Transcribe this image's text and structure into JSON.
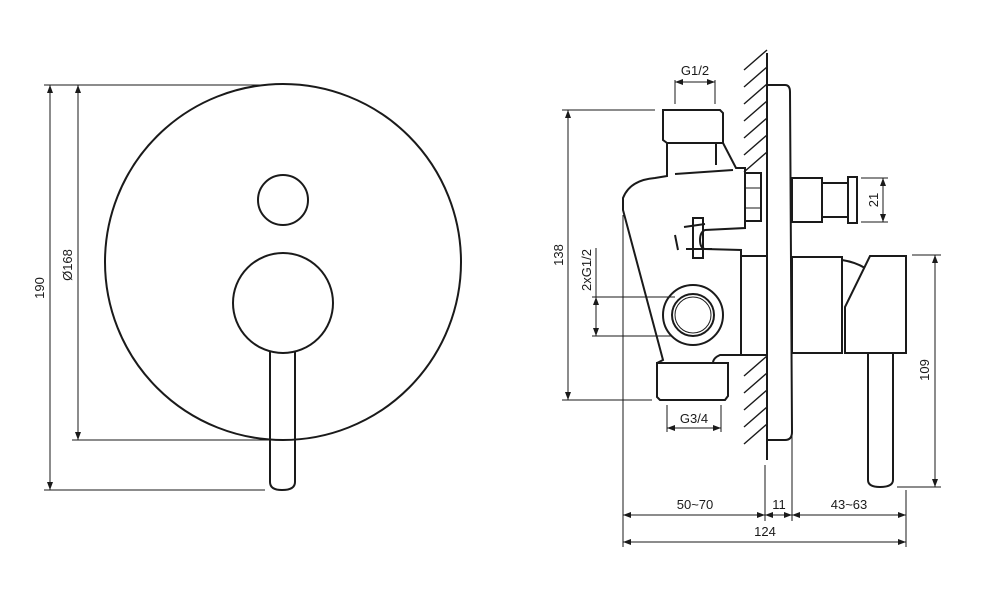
{
  "title": "Concealed bath/shower mixer technical drawing",
  "front_view": {
    "dim_height": "190",
    "dim_diameter": "Ø168"
  },
  "side_view": {
    "dim_top_inlet": "G1/2",
    "dim_body_height": "138",
    "dim_outlets": "2xG1/2",
    "dim_spindle": "21",
    "dim_handle_height": "109",
    "dim_bottom_outlet": "G3/4",
    "dim_wall_depth": "50~70",
    "dim_plate": "11",
    "dim_handle_depth": "43~63",
    "dim_total": "124"
  },
  "colors": {
    "line": "#1a1a1a",
    "background": "#ffffff"
  }
}
